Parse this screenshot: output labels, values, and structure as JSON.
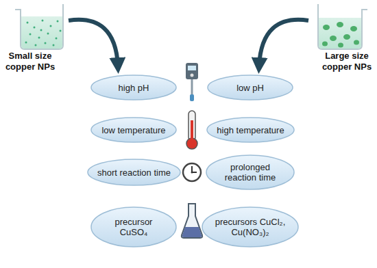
{
  "diagram": {
    "nodes": [
      {
        "text": [
          "high pH"
        ]
      },
      {
        "text": [
          "low pH"
        ]
      },
      {
        "text": [
          "low temperature"
        ]
      },
      {
        "text": [
          "high temperature"
        ]
      },
      {
        "text": [
          "short reaction time"
        ]
      },
      {
        "text": [
          "prolonged reaction time"
        ]
      },
      {
        "text": [
          "precursor CuSO₄"
        ]
      },
      {
        "text": [
          "precursors CuCl₂, Cu(NO₃)₂"
        ]
      }
    ],
    "labels": [
      "Small size copper NPs",
      "Large size copper NPs"
    ]
  }
}
